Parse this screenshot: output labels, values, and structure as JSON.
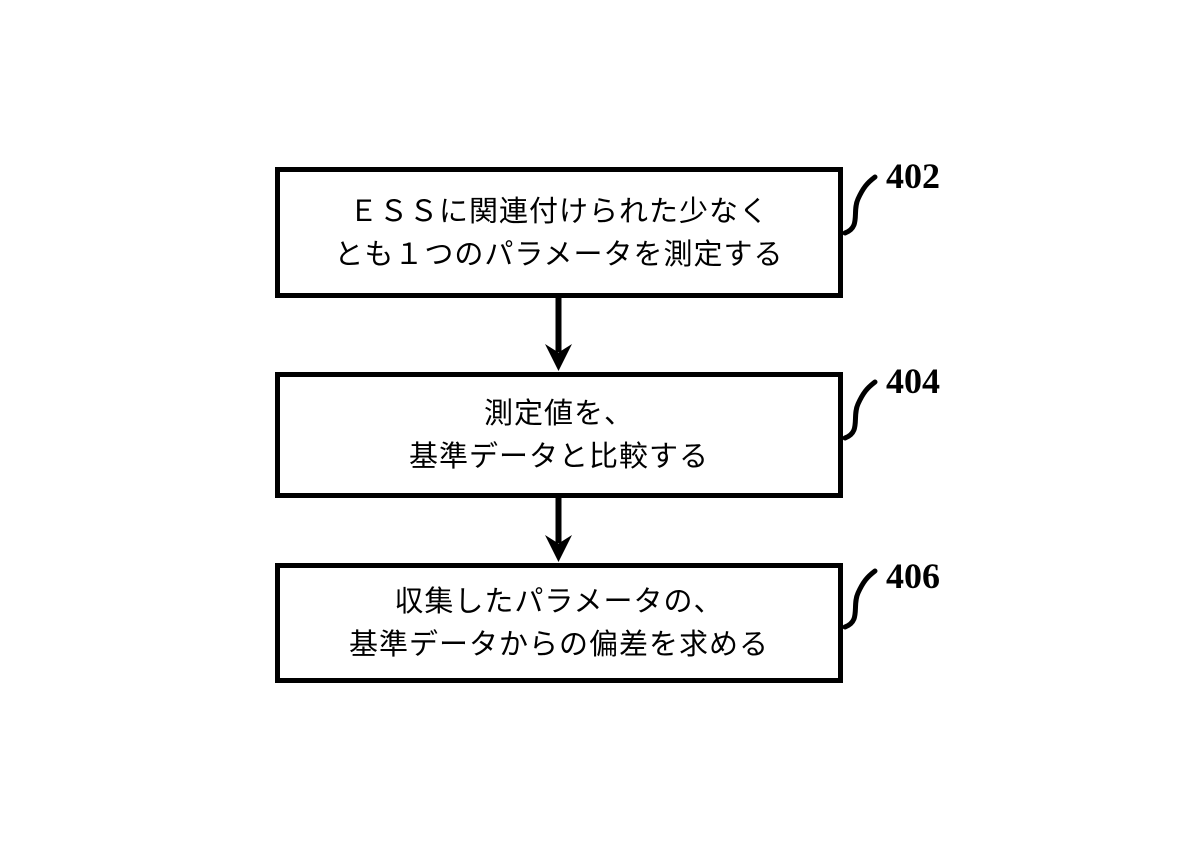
{
  "figure": {
    "background_color": "#ffffff",
    "ink_color": "#000000",
    "type": "flowchart"
  },
  "steps": [
    {
      "ref": "402",
      "line1": "ＥＳＳに関連付けられた少なく",
      "line2": "とも１つのパラメータを測定する"
    },
    {
      "ref": "404",
      "line1": "測定値を、",
      "line2": "基準データと比較する"
    },
    {
      "ref": "406",
      "line1": "収集したパラメータの、",
      "line2": "基準データからの偏差を求める"
    }
  ]
}
